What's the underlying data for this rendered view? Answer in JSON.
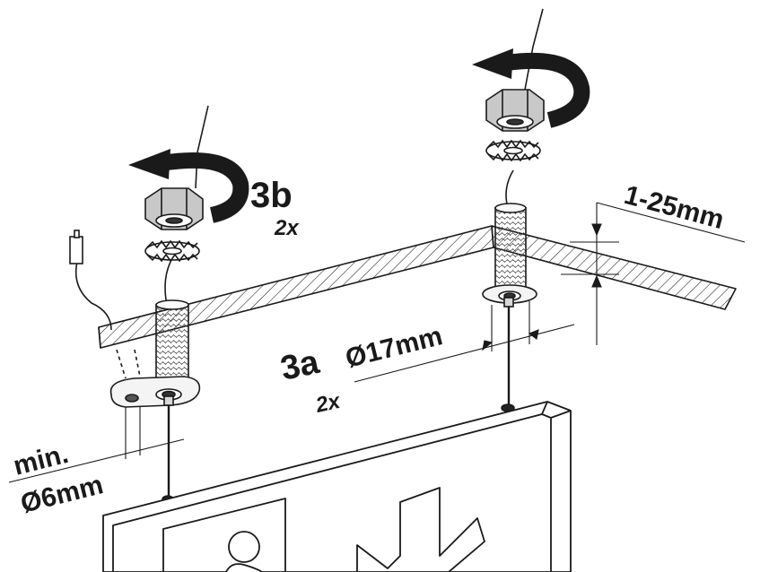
{
  "labels": {
    "step_3b": "3b",
    "count_3b": "2x",
    "step_3a": "3a",
    "diameter_3a": "Ø17mm",
    "count_3a": "2x",
    "thickness": "1-25mm",
    "min": "min.",
    "min_diameter": "Ø6mm"
  },
  "colors": {
    "stroke": "#1a1a1a",
    "nut_fill": "#c8c8c8",
    "thread_fill": "#f2f2f2",
    "background": "#ffffff"
  },
  "icons": {
    "rotate_arrow": "counterclockwise-rotation-arrow",
    "nut": "hex-nut",
    "washer": "serrated-lock-washer",
    "connector": "cable-connector"
  }
}
